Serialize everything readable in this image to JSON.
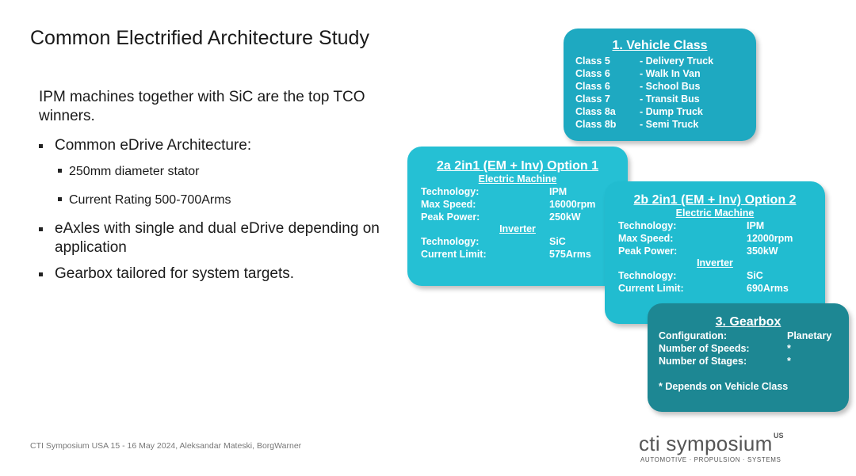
{
  "title": "Common Electrified Architecture Study",
  "lead": "IPM machines together with SiC are the top TCO winners.",
  "bullets": [
    {
      "text": "Common eDrive Architecture:",
      "level": 1
    },
    {
      "text": "250mm diameter stator",
      "level": 2
    },
    {
      "text": "Current Rating 500-700Arms",
      "level": 2
    },
    {
      "text": "eAxles with single and dual eDrive depending on application",
      "level": 1
    },
    {
      "text": "Gearbox tailored for system targets.",
      "level": 1
    }
  ],
  "vehicle_class": {
    "heading": "1. Vehicle Class",
    "rows": [
      {
        "cls": "Class 5",
        "desc": "- Delivery Truck"
      },
      {
        "cls": "Class 6",
        "desc": "- Walk In Van"
      },
      {
        "cls": "Class 6",
        "desc": "- School Bus"
      },
      {
        "cls": "Class 7",
        "desc": "- Transit Bus"
      },
      {
        "cls": "Class 8a",
        "desc": "- Dump Truck"
      },
      {
        "cls": "Class 8b",
        "desc": "- Semi Truck"
      }
    ]
  },
  "option1": {
    "heading": "2a 2in1 (EM + Inv) Option 1",
    "em_label": "Electric Machine",
    "technology_label": "Technology:",
    "technology": "IPM",
    "max_speed_label": "Max Speed:",
    "max_speed": "16000rpm",
    "peak_power_label": "Peak Power:",
    "peak_power": "250kW",
    "inv_label": "Inverter",
    "inv_technology_label": "Technology:",
    "inv_technology": "SiC",
    "current_limit_label": "Current Limit:",
    "current_limit": "575Arms"
  },
  "option2": {
    "heading": "2b 2in1 (EM + Inv) Option 2",
    "em_label": "Electric Machine",
    "technology_label": "Technology:",
    "technology": "IPM",
    "max_speed_label": "Max Speed:",
    "max_speed": "12000rpm",
    "peak_power_label": "Peak Power:",
    "peak_power": "350kW",
    "inv_label": "Inverter",
    "inv_technology_label": "Technology:",
    "inv_technology": "SiC",
    "current_limit_label": "Current Limit:",
    "current_limit": "690Arms"
  },
  "gearbox": {
    "heading": "3. Gearbox",
    "config_label": "Configuration:",
    "config": "Planetary",
    "speeds_label": "Number of Speeds:",
    "speeds": "*",
    "stages_label": "Number of Stages:",
    "stages": "*",
    "note": "* Depends on Vehicle Class"
  },
  "footer": "CTI Symposium USA 15 - 16 May 2024, Aleksandar Mateski, BorgWarner",
  "logo": {
    "main": "cti symposium",
    "region": "US",
    "tagline": "AUTOMOTIVE · PROPULSION · SYSTEMS"
  },
  "colors": {
    "vehicle_class_box": "#1ea9c1",
    "option1_box": "#25c0d4",
    "option2_box": "#21bcd0",
    "gearbox_box": "#1d8793"
  }
}
